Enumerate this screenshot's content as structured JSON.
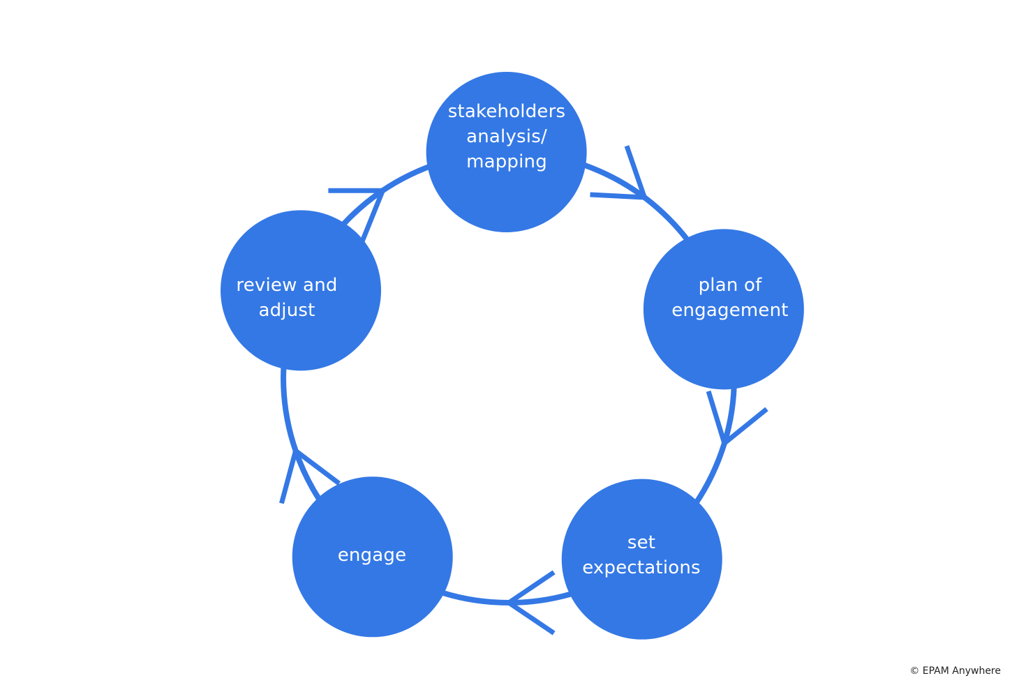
{
  "colors": {
    "accent": "#3478e5",
    "node_text": "#ffffff",
    "background": "#ffffff"
  },
  "nodes": [
    {
      "id": "stakeholders",
      "lines": [
        "stakeholders",
        "analysis/",
        "mapping"
      ]
    },
    {
      "id": "plan",
      "lines": [
        "plan of",
        "engagement"
      ]
    },
    {
      "id": "expectations",
      "lines": [
        "set",
        "expectations"
      ]
    },
    {
      "id": "engage",
      "lines": [
        "engage"
      ]
    },
    {
      "id": "review",
      "lines": [
        "review and",
        "adjust"
      ]
    }
  ],
  "cycle_direction": "clockwise",
  "footer": {
    "copyright": "© EPAM Anywhere"
  }
}
